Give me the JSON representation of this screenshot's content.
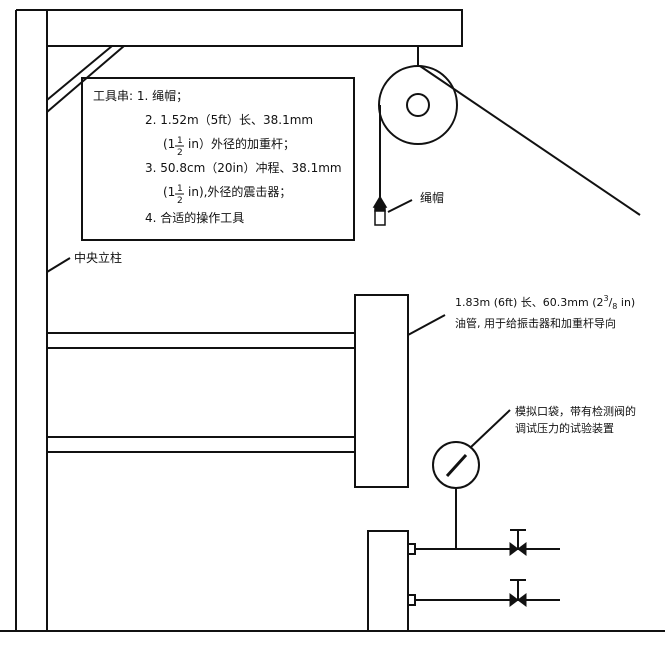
{
  "toolstring": {
    "heading": "工具串: 1. 绳帽；",
    "item2_a": "2. 1.52m（5ft）长、38.1mm",
    "item2_b_pre": "(1",
    "item2_b_num": "1",
    "item2_b_den": "2",
    "item2_b_post": "in）外径的加重杆；",
    "item3_a": "3. 50.8cm（20in）冲程、38.1mm",
    "item3_b_pre": "(1",
    "item3_b_num": "1",
    "item3_b_den": "2",
    "item3_b_post": "in),外径的震击器；",
    "item4": "4. 合适的操作工具"
  },
  "labels": {
    "rope_cap": "绳帽",
    "center_post": "中央立柱",
    "tubing_line1_a": "1.83m (6ft) 长、60.3mm (2",
    "tubing_line1_sup": "3",
    "tubing_line1_slash": "/",
    "tubing_line1_sub": "8",
    "tubing_line1_b": " in)",
    "tubing_line2": "油管, 用于给振击器和加重杆导向",
    "test_line1": "模拟口袋，带有检测阀的",
    "test_line2": "调试压力的试验装置"
  },
  "colors": {
    "line": "#111111",
    "background": "#ffffff"
  }
}
